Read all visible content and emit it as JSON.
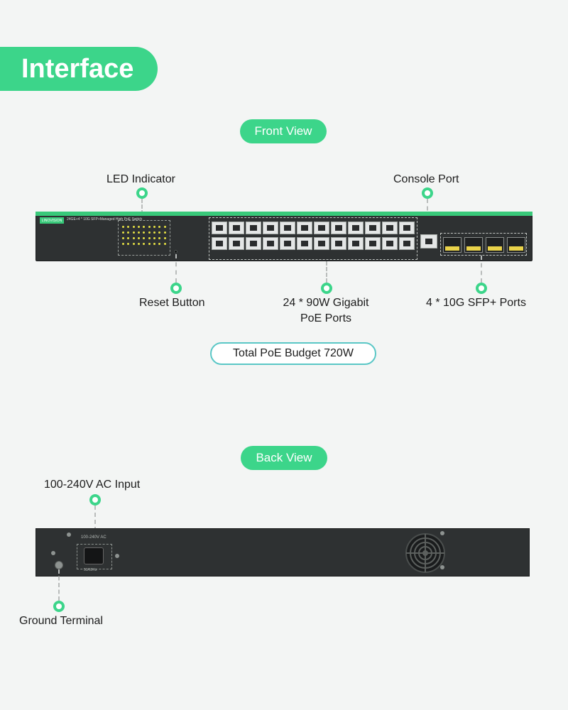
{
  "title": "Interface",
  "front": {
    "pill": "Front View",
    "labels": {
      "led": "LED Indicator",
      "console": "Console Port",
      "reset": "Reset Button",
      "ports_line1": "24 * 90W Gigabit",
      "ports_line2": "PoE Ports",
      "sfp": "4 * 10G SFP+ Ports"
    },
    "device": {
      "brand": "LINOVISION",
      "model": "24GE+4 * 10G SFP+Managed High PoE Switch"
    },
    "budget": "Total PoE Budget 720W"
  },
  "back": {
    "pill": "Back View",
    "labels": {
      "ac": "100-240V AC Input",
      "ground": "Ground Terminal"
    },
    "device": {
      "power_label": "100-240V AC",
      "hz_label": "50/60Hz"
    }
  },
  "colors": {
    "accent": "#3cd58a",
    "device": "#2e3132"
  }
}
